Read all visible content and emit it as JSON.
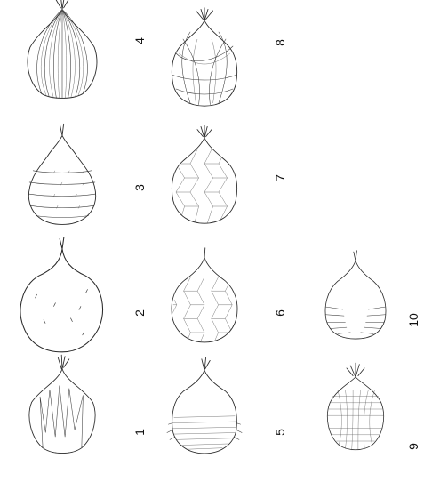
{
  "figures": [
    {
      "id": 1,
      "label": "1"
    },
    {
      "id": 2,
      "label": "2"
    },
    {
      "id": 3,
      "label": "3"
    },
    {
      "id": 4,
      "label": "4"
    },
    {
      "id": 5,
      "label": "5"
    },
    {
      "id": 6,
      "label": "6"
    },
    {
      "id": 7,
      "label": "7"
    },
    {
      "id": 8,
      "label": "8"
    },
    {
      "id": 9,
      "label": "9"
    },
    {
      "id": 10,
      "label": "10"
    }
  ]
}
